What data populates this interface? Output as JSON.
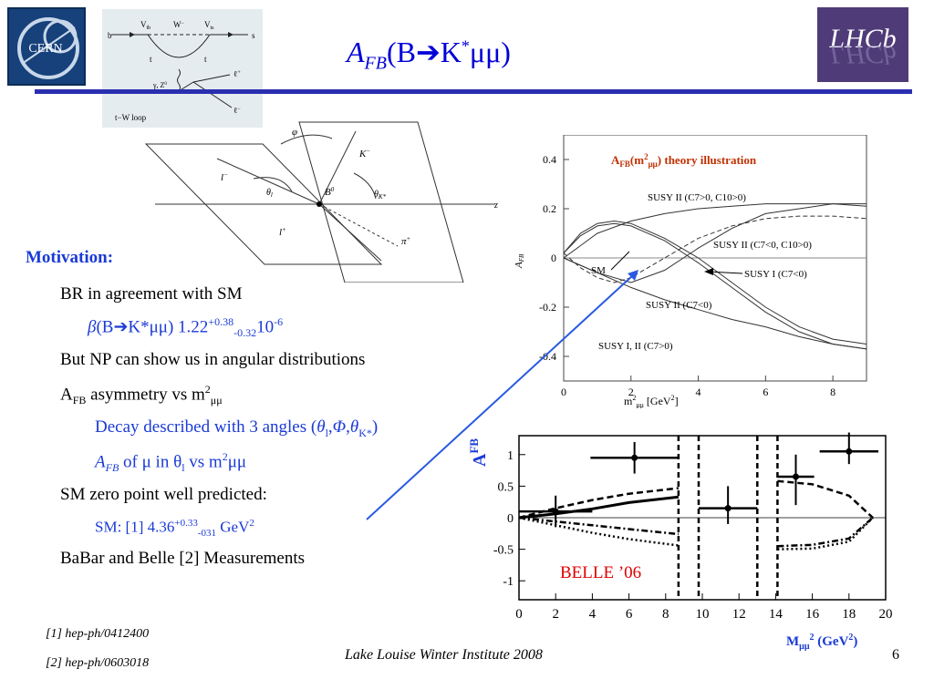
{
  "title": {
    "prefix_italic": "A",
    "sub_italic": "FB",
    "main": "(B",
    "arrow": "➔",
    "k": "K",
    "star": "*",
    "mumu": "μμ)"
  },
  "logos": {
    "cern": "CERN",
    "lhcb": "LHCb"
  },
  "feynman": {
    "caption": "t−W loop",
    "vtb": "V",
    "vtb_sub": "tb",
    "w": "W",
    "w_sup": "−",
    "vts": "V",
    "vts_sub": "ts",
    "b": "b",
    "s": "s",
    "t1": "t",
    "t2": "t",
    "gz": "γ, Z",
    "gz_sup": "0",
    "lp": "ℓ",
    "lp_sup": "+",
    "lm": "ℓ",
    "lm_sup": "−"
  },
  "decay_diagram": {
    "phi": "φ",
    "kminus": "K",
    "kminus_sup": "−",
    "lminus": "l",
    "lminus_sup": "−",
    "theta_l": "θ",
    "theta_l_sub": "l",
    "b0": "B",
    "b0_sup": "0",
    "theta_k": "θ",
    "theta_k_sub": "K*",
    "lplus": "l",
    "lplus_sup": "+",
    "piplus": "π",
    "piplus_sup": "+",
    "z": "z"
  },
  "motivation": {
    "heading": "Motivation:",
    "br_line": "BR in agreement with SM",
    "beta_line": {
      "beta": "β",
      "open": "(B",
      "arrow": "➔",
      "rest": "K*μμ)  1.22",
      "sup": "+0.38",
      "sub": "-0.32",
      "exp_base": "10",
      "exp_sup": "-6"
    },
    "np_line": "But NP can show us in angular distributions",
    "afb_line": {
      "a": "A",
      "sub": "FB",
      "rest": " asymmetry vs m",
      "sup": "2",
      "sub2": "μμ"
    },
    "decay_line": {
      "text": "Decay described with 3 angles (",
      "theta_l": "θ",
      "theta_l_sub": "l",
      "comma1": ",",
      "Phi": "Φ",
      "comma2": ",",
      "theta_k": "θ",
      "theta_k_sub": "K*",
      "close": ")"
    },
    "afb_of_line": {
      "a": "A",
      "sub": "FB",
      "rest": " of μ in θ",
      "sub_l": "l",
      "vs": " vs m",
      "sup": "2",
      "mumu": "μμ"
    },
    "sm_zero_line": "SM zero point well predicted:",
    "sm_value_line": {
      "text": "SM: [1] 4.36",
      "sup": "+0.33",
      "sub": "-031",
      "unit": " GeV",
      "unit_sup": "2"
    },
    "babar_line": "BaBar and Belle [2] Measurements"
  },
  "references": [
    "[1] hep-ph/0412400",
    "[2] hep-ph/0603018"
  ],
  "footer": "Lake Louise Winter Institute 2008",
  "page_number": "6",
  "colors": {
    "title_blue": "#0000d8",
    "rule_blue": "#2a2fb0",
    "text_blue": "#1a3ad6",
    "belle_red": "#e00000",
    "theory_title": "#b03000"
  },
  "chart_data": [
    {
      "type": "line",
      "title": "A",
      "title_sub": "FB",
      "title_rest": "(m",
      "title_sup": "2",
      "title_sub2": "μμ",
      "title_end": ") theory illustration",
      "xlabel": "m",
      "xlabel_sup": "2",
      "xlabel_sub": "μμ",
      "xlabel_unit": " [GeV",
      "xlabel_unit_sup": "2",
      "xlabel_end": "]",
      "ylabel": "A",
      "ylabel_sub": "FB",
      "xlim": [
        0,
        9
      ],
      "ylim": [
        -0.5,
        0.5
      ],
      "xticks": [
        0,
        2,
        4,
        6,
        8
      ],
      "yticks": [
        0.4,
        0.2,
        0,
        -0.2,
        -0.4
      ],
      "ytick_labels": [
        "0.4",
        "0.2",
        "0",
        "-0.2",
        "-0.4"
      ],
      "annotations": [
        "SUSY II (C7>0, C10>0)",
        "SUSY II (C7<0, C10>0)",
        "SM",
        "SUSY I (C7<0)",
        "SUSY II (C7<0)",
        "SUSY I, II (C7>0)"
      ],
      "series": [
        {
          "name": "SM",
          "x": [
            0,
            0.5,
            1,
            1.5,
            2,
            2.5,
            3,
            4,
            5,
            6,
            7,
            8,
            9
          ],
          "y": [
            0.02,
            -0.04,
            -0.08,
            -0.1,
            -0.08,
            -0.04,
            0.0,
            0.08,
            0.13,
            0.16,
            0.17,
            0.17,
            0.16
          ]
        },
        {
          "name": "SUSY I (C7<0)",
          "x": [
            0,
            0.5,
            1,
            1.5,
            2,
            3,
            4,
            5,
            6,
            7,
            8,
            9
          ],
          "y": [
            0.02,
            0.1,
            0.14,
            0.15,
            0.14,
            0.08,
            0.0,
            -0.1,
            -0.2,
            -0.28,
            -0.33,
            -0.35
          ]
        },
        {
          "name": "SUSY II (C7<0)",
          "x": [
            0,
            0.5,
            1,
            1.5,
            2,
            3,
            4,
            5,
            6,
            7,
            8,
            9
          ],
          "y": [
            0.02,
            0.09,
            0.13,
            0.14,
            0.13,
            0.07,
            -0.02,
            -0.12,
            -0.22,
            -0.3,
            -0.35,
            -0.37
          ]
        },
        {
          "name": "SUSY II (C7>0, C10>0)",
          "x": [
            0,
            1,
            2,
            3,
            4,
            5,
            6,
            7,
            8,
            9
          ],
          "y": [
            0.0,
            0.1,
            0.15,
            0.18,
            0.2,
            0.21,
            0.22,
            0.22,
            0.22,
            0.21
          ]
        },
        {
          "name": "SUSY II (C7<0, C10>0)",
          "x": [
            0,
            1,
            2,
            3,
            4,
            5,
            6,
            7,
            8,
            9
          ],
          "y": [
            0.0,
            -0.06,
            -0.1,
            -0.05,
            0.04,
            0.12,
            0.18,
            0.2,
            0.22,
            0.22
          ]
        },
        {
          "name": "SUSY I, II (C7>0)",
          "x": [
            0,
            1,
            2,
            3,
            4,
            5,
            6,
            7,
            8,
            9
          ],
          "y": [
            0.0,
            -0.06,
            -0.12,
            -0.17,
            -0.21,
            -0.25,
            -0.28,
            -0.32,
            -0.35,
            -0.37
          ]
        }
      ]
    },
    {
      "type": "scatter",
      "title": "",
      "label": "BELLE ’06",
      "xlabel": "M",
      "xlabel_sub": "μμ",
      "xlabel_sup": "2",
      "xlabel_unit": " (GeV",
      "xlabel_unit_sup": "2",
      "xlabel_end": ")",
      "ylabel": "A",
      "ylabel_sub": "FB",
      "xlim": [
        0,
        20
      ],
      "ylim": [
        -1.3,
        1.3
      ],
      "xticks": [
        0,
        2,
        4,
        6,
        8,
        10,
        12,
        14,
        16,
        18,
        20
      ],
      "yticks": [
        1,
        0.5,
        0,
        -0.5,
        -1
      ],
      "ytick_labels": [
        "1",
        "0.5",
        "0",
        "-0.5",
        "-1"
      ],
      "veto_bands": [
        [
          8.7,
          9.8
        ],
        [
          13.0,
          14.1
        ]
      ],
      "points": [
        {
          "x": 2.0,
          "y": 0.1,
          "xerr": 2.0,
          "yerr_lo": 0.25,
          "yerr_hi": 0.25
        },
        {
          "x": 6.3,
          "y": 0.95,
          "xerr": 2.4,
          "yerr_lo": 0.25,
          "yerr_hi": 0.25
        },
        {
          "x": 11.4,
          "y": 0.15,
          "xerr": 1.6,
          "yerr_lo": 0.25,
          "yerr_hi": 0.35
        },
        {
          "x": 15.1,
          "y": 0.65,
          "xerr": 1.0,
          "yerr_lo": 0.45,
          "yerr_hi": 0.35
        },
        {
          "x": 18.0,
          "y": 1.05,
          "xerr": 1.6,
          "yerr_lo": 0.2,
          "yerr_hi": 0.3
        }
      ],
      "curves": [
        {
          "name": "solid",
          "x": [
            0,
            2,
            4,
            6,
            8.7
          ],
          "y": [
            0.0,
            0.06,
            0.14,
            0.24,
            0.33
          ]
        },
        {
          "name": "dashed upper",
          "x": [
            0,
            2,
            4,
            6,
            8.7,
            14.1,
            16,
            18,
            19.3
          ],
          "y": [
            0.0,
            0.15,
            0.28,
            0.38,
            0.47,
            0.58,
            0.53,
            0.35,
            0.0
          ]
        },
        {
          "name": "dashed lower",
          "x": [
            0,
            2,
            4,
            6,
            8.7,
            14.1,
            16,
            18,
            19.3
          ],
          "y": [
            0.0,
            -0.06,
            -0.12,
            -0.18,
            -0.26,
            -0.45,
            -0.43,
            -0.33,
            0.0
          ]
        },
        {
          "name": "dotted",
          "x": [
            0,
            2,
            4,
            6,
            8.7,
            14.1,
            16,
            18,
            19.3
          ],
          "y": [
            0.0,
            -0.12,
            -0.24,
            -0.34,
            -0.44,
            -0.5,
            -0.49,
            -0.38,
            0.0
          ]
        }
      ]
    }
  ]
}
